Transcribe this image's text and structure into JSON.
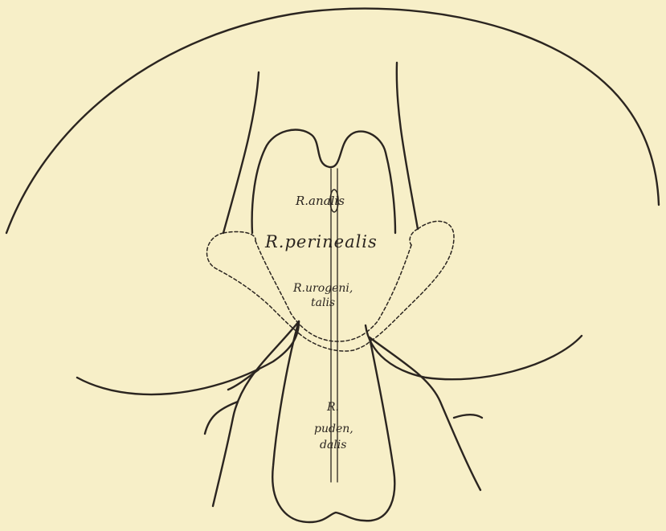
{
  "figure": {
    "background_color": "#f7efc8",
    "line_color": "#2b2520",
    "labels": {
      "r_analis": "R.analis",
      "r_perinealis": "R.perinealis",
      "r_urogeni": "R.urogeni,",
      "talis": "talis",
      "r_pudendalis_r": "R.",
      "pudendalis_puden": "puden,",
      "pudendalis_dalis": "dalis"
    }
  }
}
